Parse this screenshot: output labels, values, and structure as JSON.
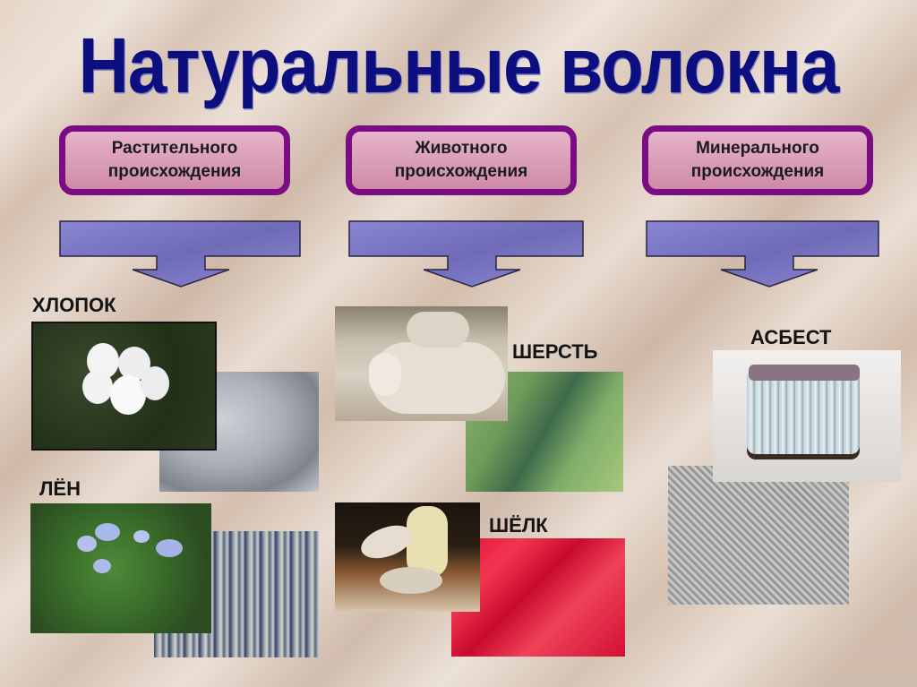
{
  "title": "Натуральные волокна",
  "colors": {
    "title": "#0d0f80",
    "category_border": "#7a0d84",
    "category_fill": "#dca0b9",
    "arrow_fill": "#7d7ac4",
    "label": "#141414"
  },
  "categories": [
    {
      "label": "Растительного происхождения",
      "line1": "Растительного",
      "line2": "происхождения"
    },
    {
      "label": "Животного происхождения",
      "line1": "Животного",
      "line2": "происхождения"
    },
    {
      "label": "Минерального происхождения",
      "line1": "Минерального",
      "line2": "происхождения"
    }
  ],
  "fibers": {
    "cotton": {
      "label": "ХЛОПОК",
      "images": [
        "cotton-boll-photo",
        "cotton-fabric-photo"
      ]
    },
    "flax": {
      "label": "ЛЁН",
      "images": [
        "flax-flowers-photo",
        "linen-fabric-photo"
      ]
    },
    "wool": {
      "label": "ШЕРСТЬ",
      "images": [
        "sheep-photo",
        "green-yarn-photo"
      ]
    },
    "silk": {
      "label": "ШЁЛК",
      "images": [
        "silkworm-cocoon-photo",
        "red-silk-photo"
      ]
    },
    "asbestos": {
      "label": "АСБЕСТ",
      "images": [
        "asbestos-mineral-photo",
        "asbestos-fabric-photo"
      ]
    }
  }
}
